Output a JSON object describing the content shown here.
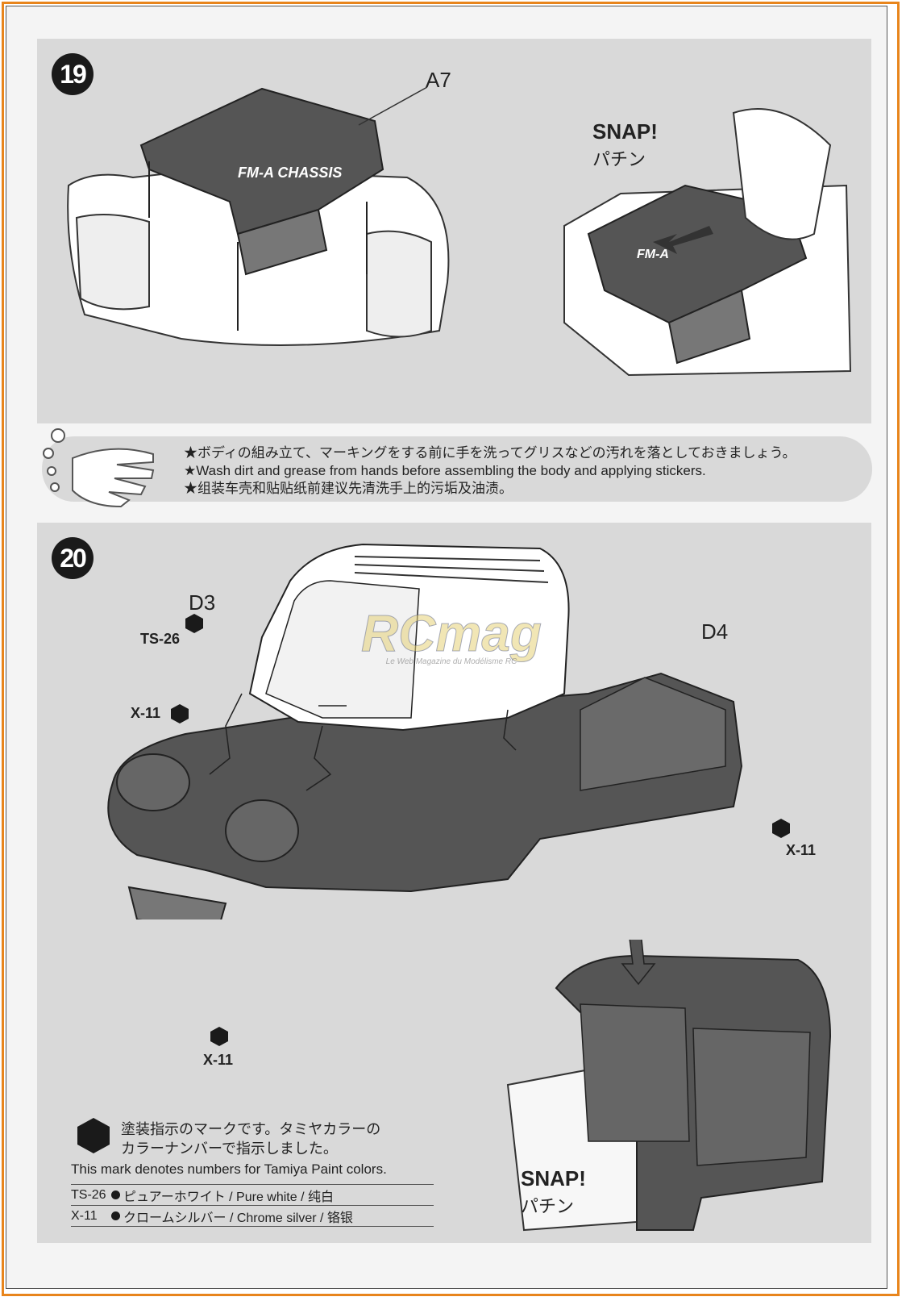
{
  "steps": {
    "step19": {
      "number": "19",
      "part_label": "A7",
      "snap_en": "SNAP!",
      "snap_jp": "パチン"
    },
    "step20": {
      "number": "20",
      "label_d3": "D3",
      "label_d4": "D4",
      "paint_ts26": "TS-26",
      "paint_x11_top": "X-11",
      "paint_x11_right": "X-11",
      "paint_x11_bottom": "X-11",
      "snap_en": "SNAP!",
      "snap_jp": "パチン"
    }
  },
  "notice": {
    "line_jp": "★ボディの組み立て、マーキングをする前に手を洗ってグリスなどの汚れを落としておきましょう。",
    "line_en": "★Wash dirt and grease from hands before assembling the body and applying stickers.",
    "line_cn": "★组装车壳和贴贴纸前建议先清洗手上的污垢及油渍。"
  },
  "paint_legend": {
    "jp_line1": "塗装指示のマークです。タミヤカラーの",
    "jp_line2": "カラーナンバーで指示しました。",
    "en_line": "This mark denotes numbers for Tamiya Paint colors.",
    "rows": [
      {
        "code": "TS-26",
        "desc": "ピュアーホワイト / Pure white / 纯白"
      },
      {
        "code": "X-11",
        "desc": "クロームシルバー / Chrome silver / 铬银"
      }
    ]
  },
  "watermark": {
    "main": "RCmag",
    "sub": "Le Web Magazine du Modélisme RC"
  },
  "colors": {
    "frame": "#e8851c",
    "panel": "#d9d9d9",
    "ink": "#1a1a1a"
  }
}
